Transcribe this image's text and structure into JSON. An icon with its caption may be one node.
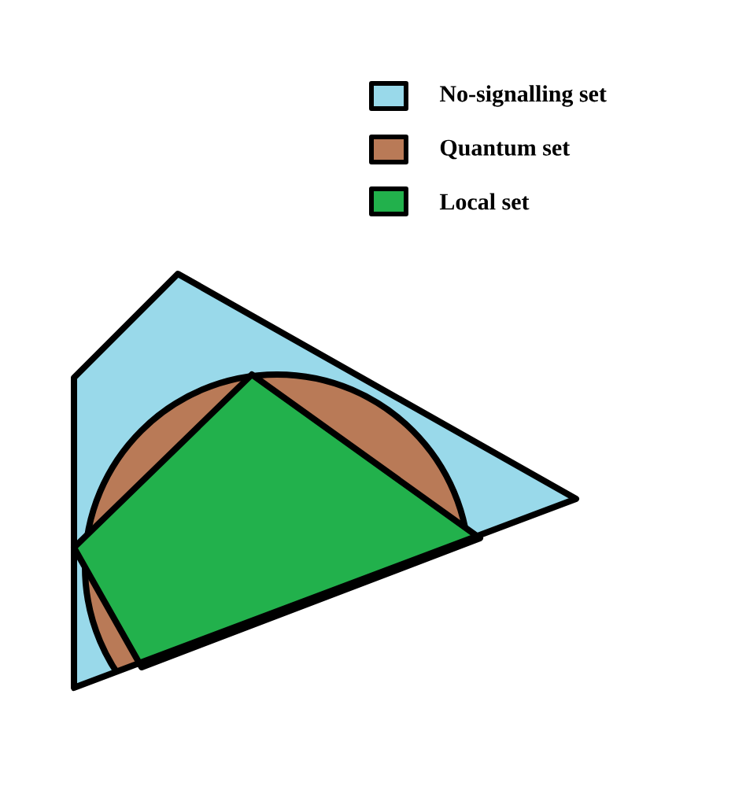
{
  "diagram": {
    "legend": [
      {
        "text": "No-signalling set",
        "color": "#99d9ea"
      },
      {
        "text": "Quantum set",
        "color": "#b97a57"
      },
      {
        "text": "Local set",
        "color": "#22b14c"
      }
    ]
  }
}
